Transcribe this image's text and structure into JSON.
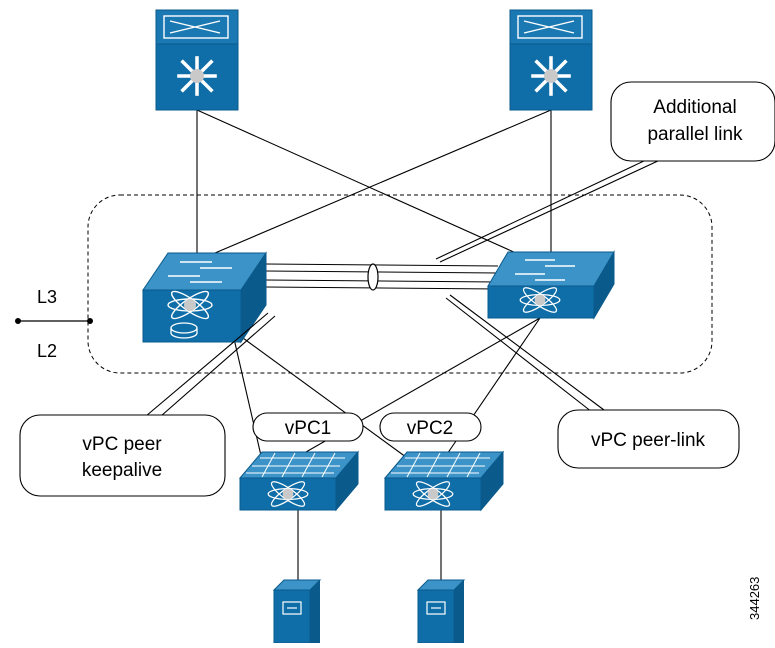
{
  "diagram": {
    "callouts": {
      "additional_parallel_link": [
        "Additional",
        "parallel link"
      ],
      "vpc_peer_keepalive": [
        "vPC peer",
        "keepalive"
      ],
      "vpc_peer_link": "vPC peer-link"
    },
    "layers": {
      "l3": "L3",
      "l2": "L2"
    },
    "vpc_labels": {
      "vpc1": "vPC1",
      "vpc2": "vPC2"
    },
    "figure_id": "344263",
    "colors": {
      "device_blue": "#0f6ea8",
      "device_dark": "#0b5a8c",
      "device_light": "#3b93c8",
      "line": "#000000"
    }
  }
}
